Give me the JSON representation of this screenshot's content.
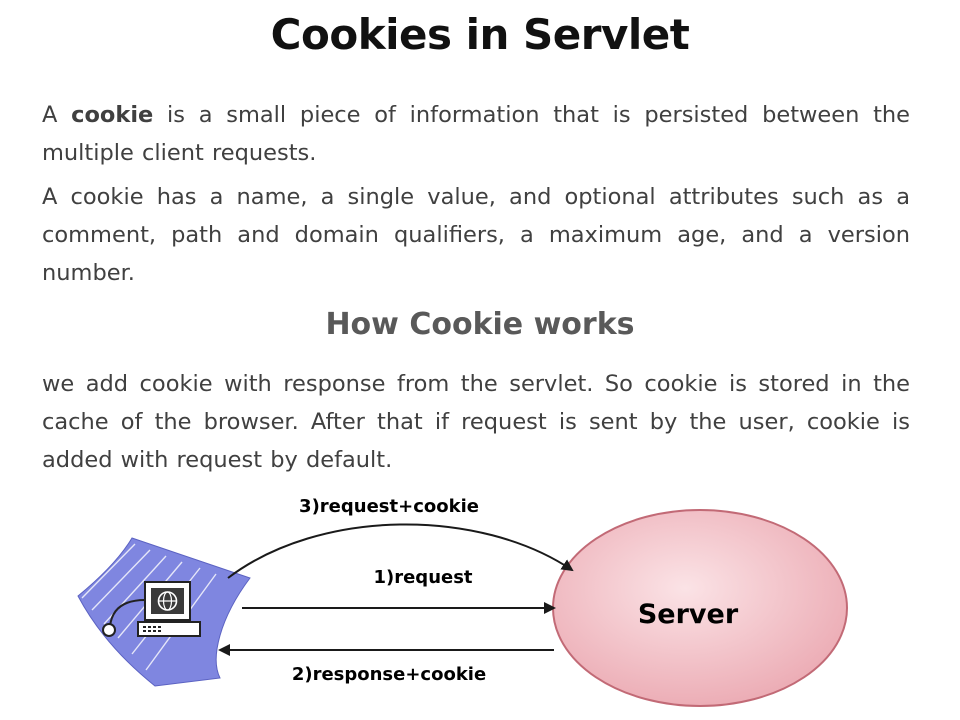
{
  "title": "Cookies in Servlet",
  "paragraph1": {
    "prefix": "A ",
    "bold": "cookie",
    "suffix": " is a small piece of information that is persisted between the multiple client requests."
  },
  "paragraph2": "A cookie has a name, a single value, and optional attributes such as a comment, path and domain qualifiers, a maximum age, and a version number.",
  "subheading": "How Cookie works",
  "paragraph3": "we add cookie with response from the servlet. So cookie is stored in the cache of the browser. After that if request is sent by the user, cookie is added with request by default.",
  "diagram": {
    "server_label": "Server",
    "arrow_request_cookie": "3)request+cookie",
    "arrow_request": "1)request",
    "arrow_response_cookie": "2)response+cookie",
    "colors": {
      "server_fill": "#f2b9c0",
      "server_stroke": "#c26a76",
      "client_fill": "#7f86e0",
      "arrow": "#1a1a1a"
    }
  }
}
